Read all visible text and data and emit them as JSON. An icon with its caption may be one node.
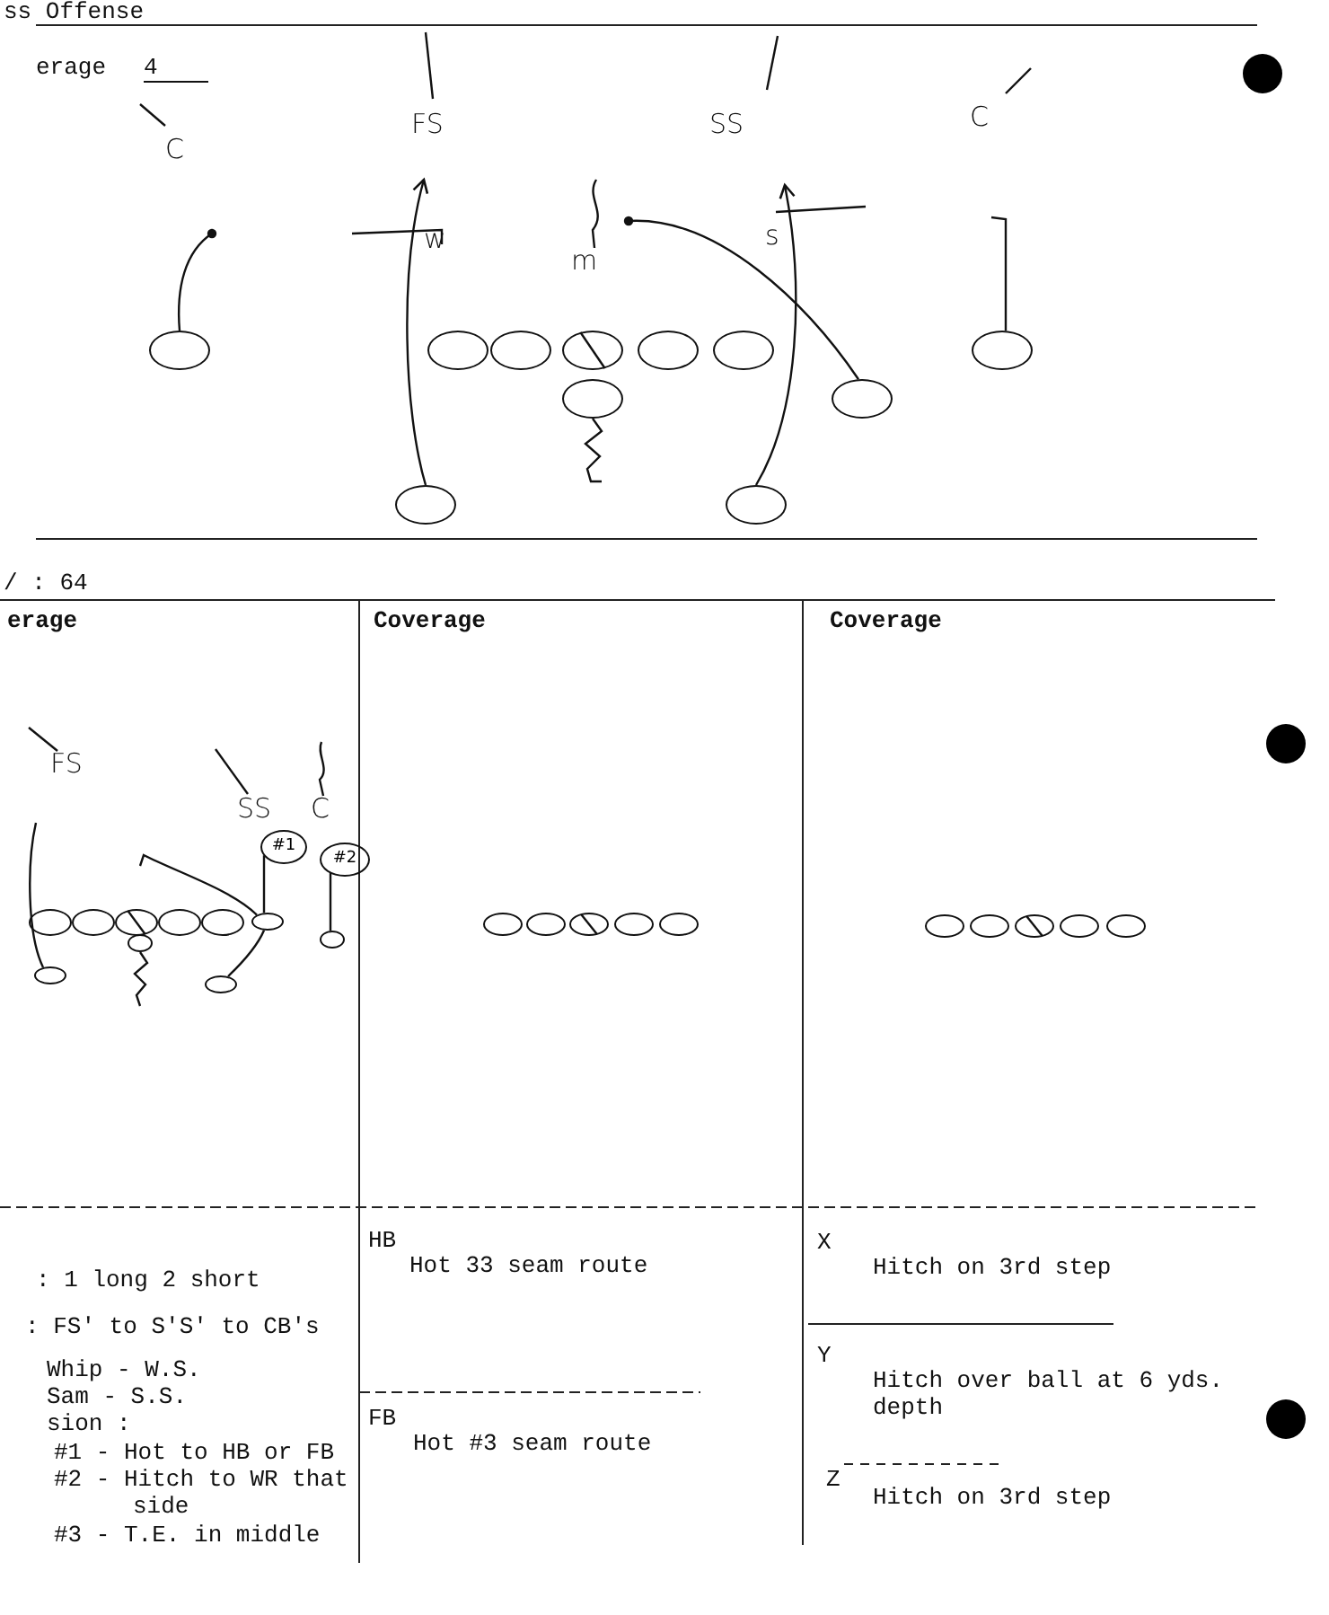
{
  "diagram": {
    "title": "ss Offense",
    "nodes": [
      {
        "text": [],
        "shape": "circle"
      },
      {
        "text": [],
        "shape": "circle"
      },
      {
        "text": [],
        "shape": "circle"
      },
      {
        "text": [],
        "shape": "circle"
      },
      {
        "text": [],
        "shape": "circle"
      },
      {
        "text": [],
        "shape": "circle"
      },
      {
        "text": [],
        "shape": "circle"
      },
      {
        "text": [],
        "shape": "circle"
      },
      {
        "text": [],
        "shape": "circle"
      },
      {
        "text": [],
        "shape": "circle"
      },
      {
        "text": [],
        "shape": "circle"
      },
      {
        "text": [
          "#1"
        ]
      },
      {
        "text": [
          "#2"
        ]
      },
      {
        "text": [],
        "shape": "circle"
      },
      {
        "text": [],
        "shape": "circle"
      },
      {
        "text": [],
        "shape": "circle"
      },
      {
        "text": [],
        "shape": "circle"
      },
      {
        "text": [],
        "shape": "circle"
      },
      {
        "text": [],
        "shape": "circle"
      },
      {
        "text": [],
        "shape": "circle"
      },
      {
        "text": [],
        "shape": "circle"
      },
      {
        "text": [],
        "shape": "circle"
      },
      {
        "text": [],
        "shape": "circle"
      },
      {
        "text": [],
        "shape": "circle"
      },
      {
        "text": [],
        "shape": "circle"
      },
      {
        "text": [],
        "shape": "circle"
      },
      {
        "text": [],
        "shape": "circle"
      },
      {
        "text": [],
        "shape": "circle"
      },
      {
        "text": [],
        "shape": "circle"
      },
      {
        "text": [],
        "shape": "circle"
      },
      {
        "text": [],
        "shape": "circle"
      },
      {
        "text": [],
        "shape": "circle"
      },
      {
        "text": [],
        "shape": "circle"
      }
    ],
    "edges": [
      {
        "from": 0,
        "to": null,
        "arrow": "other"
      },
      {
        "from": 9,
        "to": null,
        "arrow": "to"
      },
      {
        "from": 10,
        "to": null,
        "arrow": "to"
      },
      {
        "from": 8,
        "to": null,
        "arrow": "other"
      },
      {
        "from": 6,
        "to": null,
        "arrow": "none"
      },
      {
        "from": 7,
        "to": null,
        "arrow": "none"
      },
      {
        "from": 18,
        "to": 11,
        "arrow": "none"
      },
      {
        "from": 19,
        "to": 12,
        "arrow": "none"
      },
      {
        "from": 22,
        "to": 18,
        "arrow": "none"
      },
      {
        "from": null,
        "to": 18,
        "arrow": "none"
      },
      {
        "from": 21,
        "to": null,
        "arrow": "none"
      },
      {
        "from": 20,
        "to": null,
        "arrow": "none"
      }
    ],
    "labels": [
      "erage",
      "4",
      "C",
      "FS",
      "SS",
      "C",
      "w",
      "m",
      "s",
      "/ : 64",
      "erage",
      "Coverage",
      "Coverage",
      "FS",
      "SS",
      "C",
      ": 1 long  2 short",
      ": FS' to S'S' to CB's",
      "Whip - W.S.",
      "Sam - S.S.",
      "sion :",
      "#1 - Hot to HB or FB",
      "#2 - Hitch to WR that side",
      "#3 - T.E. in middle",
      "HB",
      "Hot 33 seam route",
      "FB",
      "Hot #3 seam route",
      "X",
      "Hitch on 3rd step",
      "Y",
      "Hitch over ball at 6 yds. depth",
      "Z",
      "Hitch on 3rd step"
    ]
  }
}
